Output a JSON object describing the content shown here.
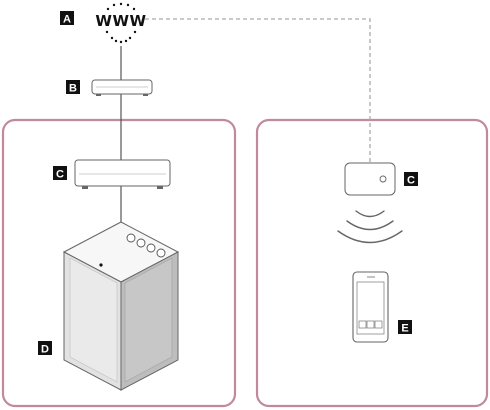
{
  "internet": {
    "label": "WWW",
    "marker": "A"
  },
  "components": {
    "modem": {
      "marker": "B"
    },
    "router_wired": {
      "marker": "C"
    },
    "router_wireless": {
      "marker": "C"
    },
    "speaker": {
      "marker": "D"
    },
    "smartphone": {
      "marker": "E"
    }
  },
  "colors": {
    "panel_border": "#c0899c",
    "marker_bg": "#111111",
    "marker_fg": "#ffffff",
    "line": "#555555",
    "dashed_line": "#aaaaaa",
    "device_fill": "#ffffff",
    "device_stroke": "#666666",
    "speaker_front": "#e2e2e2",
    "speaker_side": "#bdbdbd",
    "speaker_top": "#f7f7f7"
  },
  "icons": [
    "globe-dots-icon",
    "wifi-waves-icon"
  ]
}
